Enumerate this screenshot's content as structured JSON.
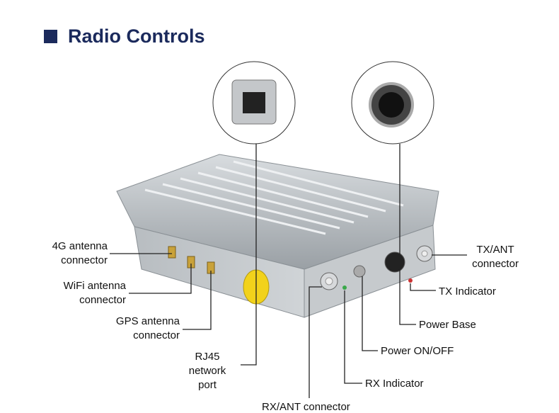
{
  "title": "Radio Controls",
  "colors": {
    "title": "#1b2a5c",
    "cap": "#f2d21b"
  },
  "labels": {
    "ant4g": [
      "4G antenna",
      "connector"
    ],
    "wifi": [
      "WiFi antenna",
      "connector"
    ],
    "gps": [
      "GPS antenna",
      "connector"
    ],
    "rj45": [
      "RJ45 network",
      "port"
    ],
    "rx_ant": "RX/ANT connector",
    "rx_ind": "RX Indicator",
    "power_onoff": "Power ON/OFF",
    "power_base": "Power Base",
    "tx_ind": "TX Indicator",
    "tx_ant": [
      "TX/ANT",
      "connector"
    ]
  }
}
